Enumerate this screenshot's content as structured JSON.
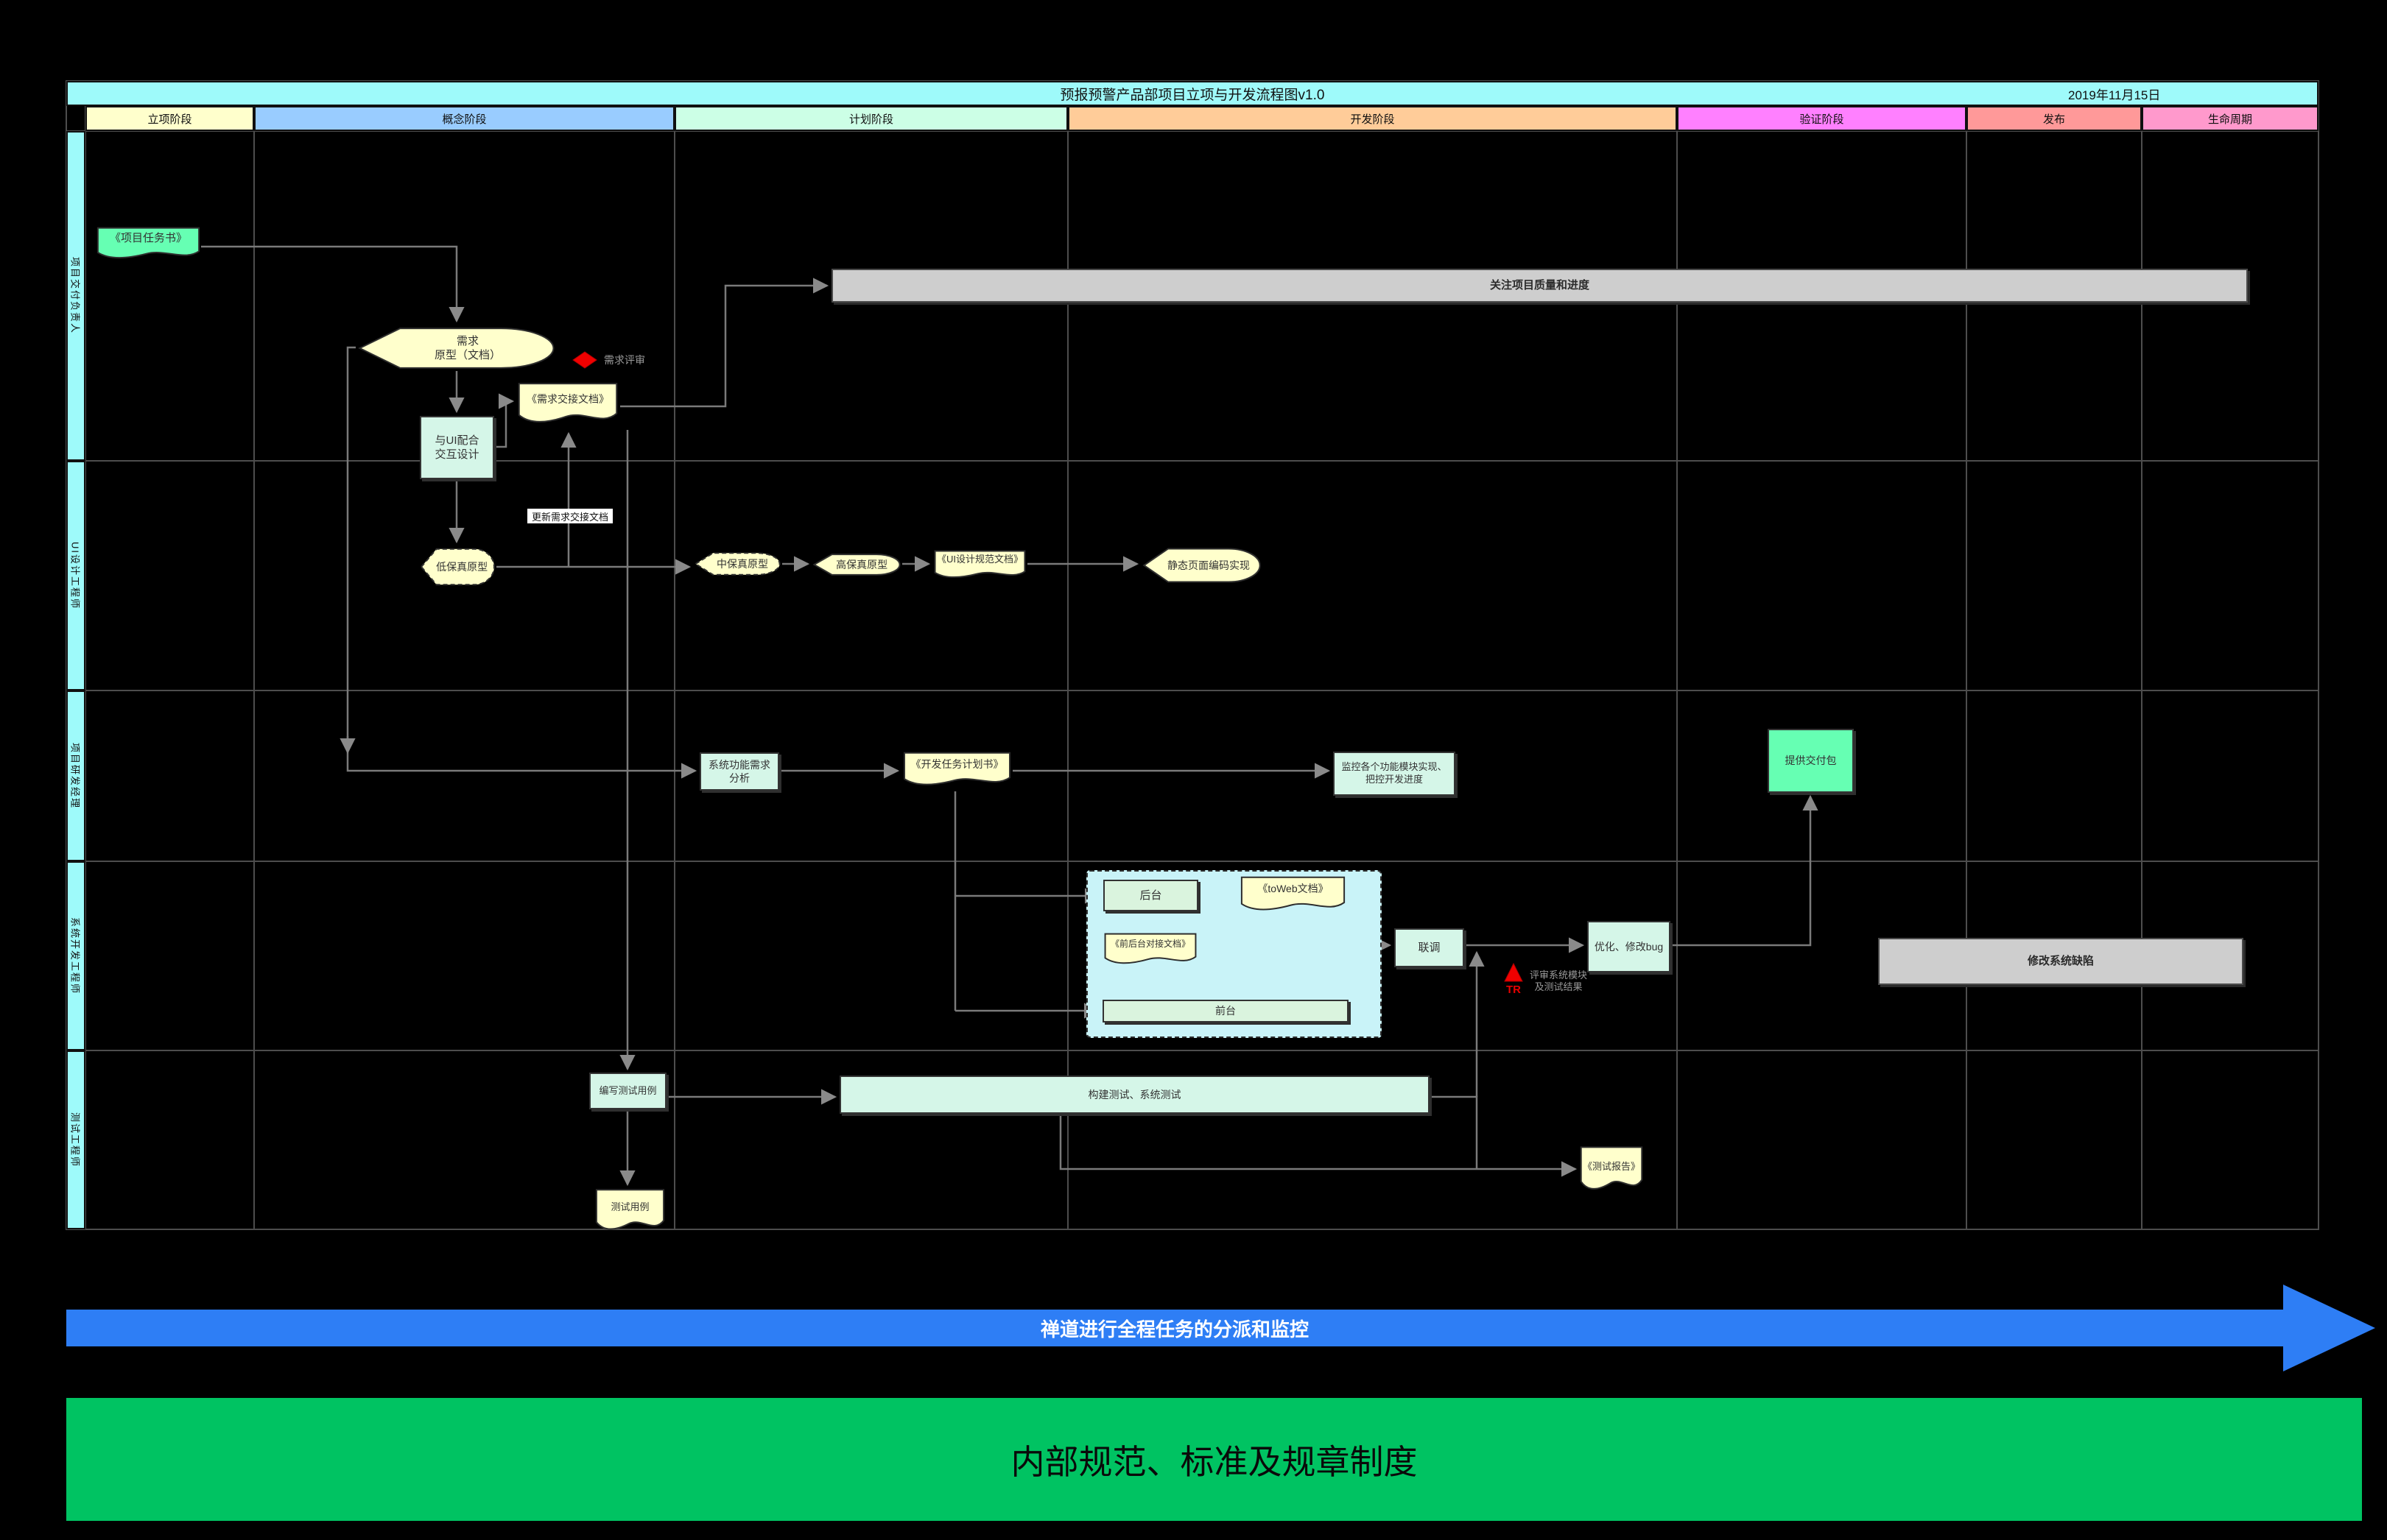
{
  "title": "预报预警产品部项目立项与开发流程图v1.0",
  "date": "2019年11月15日",
  "phases": [
    {
      "label": "立项阶段",
      "color": "#ffffcc"
    },
    {
      "label": "概念阶段",
      "color": "#99ccff"
    },
    {
      "label": "计划阶段",
      "color": "#ccffe6"
    },
    {
      "label": "开发阶段",
      "color": "#ffcc99"
    },
    {
      "label": "验证阶段",
      "color": "#ff80ff"
    },
    {
      "label": "发布",
      "color": "#ff9999"
    },
    {
      "label": "生命周期",
      "color": "#ff99cc"
    }
  ],
  "lanes": [
    {
      "label": "项目交付负责人"
    },
    {
      "label": "UI设计工程师"
    },
    {
      "label": "项目研发经理"
    },
    {
      "label": "系统开发工程师"
    },
    {
      "label": "测试工程师"
    }
  ],
  "nodes": {
    "project_task": {
      "label": "《项目任务书》",
      "shape": "document",
      "color": "#66ffb3"
    },
    "quality_bar": {
      "label": "关注项目质量和进度",
      "shape": "bar",
      "color": "#cecece"
    },
    "req_prototype": {
      "label": "需求\n原型（文档）",
      "shape": "tagged",
      "color": "#ffffcc"
    },
    "req_handover": {
      "label": "《需求交接文档》",
      "shape": "document",
      "color": "#ffffcc"
    },
    "ui_cooperate": {
      "label": "与UI配合\n交互设计",
      "shape": "rect",
      "color": "#d5f6e8"
    },
    "low_fi": {
      "label": "低保真原型",
      "shape": "tagged",
      "color": "#ffffcc"
    },
    "mid_fi": {
      "label": "中保真原型",
      "shape": "tagged",
      "color": "#ffffcc"
    },
    "high_fi": {
      "label": "高保真原型",
      "shape": "tagged",
      "color": "#ffffcc"
    },
    "ui_spec": {
      "label": "《UI设计规范文档》",
      "shape": "document",
      "color": "#ffffcc"
    },
    "static_page": {
      "label": "静态页面编码实现",
      "shape": "tagged",
      "color": "#ffffcc"
    },
    "sys_req": {
      "label": "系统功能需求\n分析",
      "shape": "rect",
      "color": "#d5f6e8"
    },
    "dev_plan": {
      "label": "《开发任务计划书》",
      "shape": "document",
      "color": "#ffffcc"
    },
    "monitor": {
      "label": "监控各个功能模块实现、\n把控开发进度",
      "shape": "rect",
      "color": "#d5f6e8"
    },
    "delivery": {
      "label": "提供交付包",
      "shape": "rect",
      "color": "#66ffb3"
    },
    "backend": {
      "label": "后台",
      "shape": "rect",
      "color": "#daf4de"
    },
    "toweb": {
      "label": "《toWeb文档》",
      "shape": "document",
      "color": "#ffffcc"
    },
    "front_back_doc": {
      "label": "《前后台对接文档》",
      "shape": "document",
      "color": "#ffffcc"
    },
    "frontend": {
      "label": "前台",
      "shape": "rect",
      "color": "#daf4de"
    },
    "joint_debug": {
      "label": "联调",
      "shape": "rect",
      "color": "#d5f6e8"
    },
    "optimize": {
      "label": "优化、修改bug",
      "shape": "rect",
      "color": "#d5f6e8"
    },
    "fix_defects": {
      "label": "修改系统缺陷",
      "shape": "bar",
      "color": "#cecece"
    },
    "write_cases": {
      "label": "编写测试用例",
      "shape": "rect",
      "color": "#d5f6e8"
    },
    "build_test": {
      "label": "构建测试、系统测试",
      "shape": "rect",
      "color": "#d5f6e8"
    },
    "test_report": {
      "label": "《测试报告》",
      "shape": "document",
      "color": "#ffffcc"
    },
    "test_cases": {
      "label": "测试用例",
      "shape": "document",
      "color": "#ffffcc"
    }
  },
  "annotations": {
    "req_review": {
      "label": "需求评审",
      "marker": "red-diamond-icon",
      "color": "#ff0000"
    },
    "update_doc": {
      "label": "更新需求交接文档"
    },
    "tr": {
      "label": "TR",
      "marker": "red-triangle-icon",
      "color": "#ff0000"
    },
    "tr_note": {
      "label": "评审系统模块\n及测试结果"
    }
  },
  "banners": {
    "zentao": {
      "label": "禅道进行全程任务的分派和监控",
      "color": "#2e7ef5"
    },
    "rules": {
      "label": "内部规范、标准及规章制度",
      "color": "#00c362"
    }
  }
}
